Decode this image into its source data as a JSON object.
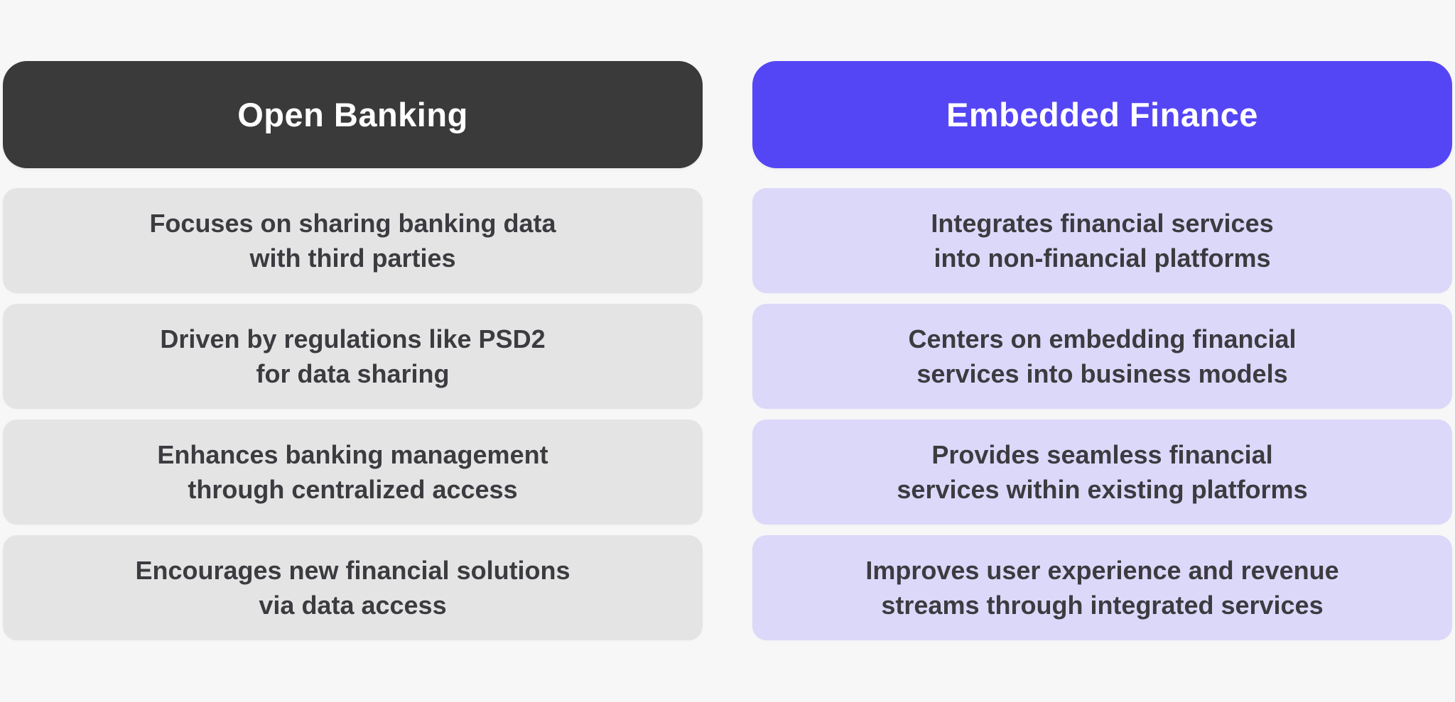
{
  "theme": {
    "background": "#F7F7F8",
    "open_banking_header_bg": "#3A3A3A",
    "embedded_finance_header_bg": "#5546F5",
    "open_banking_card_bg": "#E4E4E4",
    "embedded_finance_card_bg": "#DCD8FA",
    "header_text_color": "#FFFFFF",
    "card_text_color": "#3C3B40"
  },
  "columns": [
    {
      "header": "Open Banking",
      "cards": [
        {
          "lines": [
            "Focuses on sharing banking data",
            "with third parties"
          ]
        },
        {
          "lines": [
            "Driven by regulations like PSD2",
            "for data sharing"
          ]
        },
        {
          "lines": [
            "Enhances banking management",
            "through centralized access"
          ]
        },
        {
          "lines": [
            "Encourages new financial solutions",
            "via data access"
          ]
        }
      ]
    },
    {
      "header": "Embedded Finance",
      "cards": [
        {
          "lines": [
            "Integrates financial services",
            "into non-financial platforms"
          ]
        },
        {
          "lines": [
            "Centers on embedding financial",
            "services into business models"
          ]
        },
        {
          "lines": [
            "Provides seamless financial",
            "services within existing platforms"
          ]
        },
        {
          "lines": [
            "Improves user experience and revenue",
            "streams through integrated services"
          ]
        }
      ]
    }
  ]
}
